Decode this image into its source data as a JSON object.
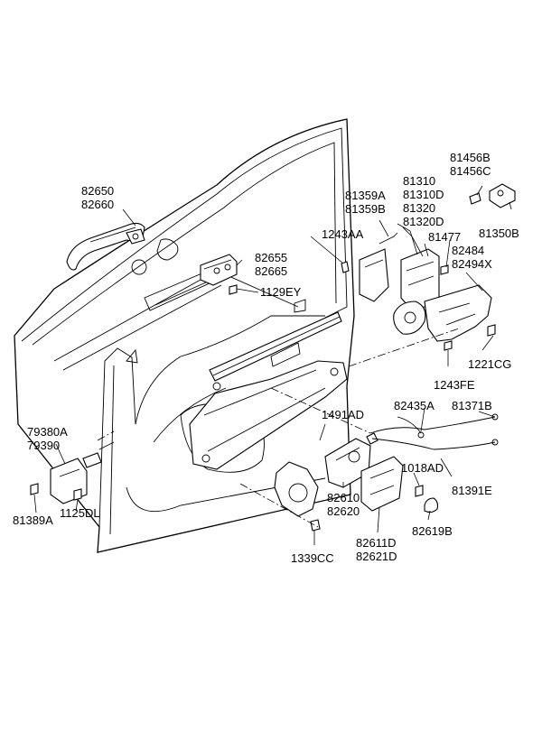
{
  "labels": {
    "l82650": "82650",
    "l82660": "82660",
    "l82655": "82655",
    "l82665": "82665",
    "l1129EY": "1129EY",
    "l81359A": "81359A",
    "l81359B": "81359B",
    "l1243AA": "1243AA",
    "l81310": "81310",
    "l81310D": "81310D",
    "l81320": "81320",
    "l81320D": "81320D",
    "l81456B": "81456B",
    "l81456C": "81456C",
    "l81350B": "81350B",
    "l81477": "81477",
    "l82484": "82484",
    "l82494X": "82494X",
    "l1221CG": "1221CG",
    "l1243FE": "1243FE",
    "l1491AD": "1491AD",
    "l82435A": "82435A",
    "l81371B": "81371B",
    "l1018AD": "1018AD",
    "l81391E": "81391E",
    "l82610": "82610",
    "l82620": "82620",
    "l82619B": "82619B",
    "l82611D": "82611D",
    "l82621D": "82621D",
    "l1339CC": "1339CC",
    "l79380A": "79380A",
    "l79390": "79390",
    "l81389A": "81389A",
    "l1125DL": "1125DL"
  }
}
